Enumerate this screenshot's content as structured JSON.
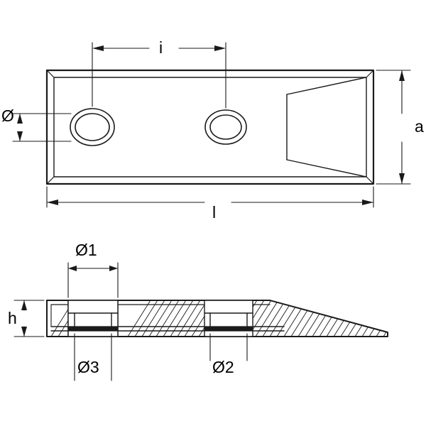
{
  "drawing": {
    "title": "technical-drawing-anode",
    "stroke_color": "#1a1a1a",
    "background": "#ffffff",
    "views": [
      {
        "name": "top-view",
        "description": "Rectangular plate with two circular holes"
      },
      {
        "name": "side-section-view",
        "description": "Hatched sectional side profile with tapered end"
      }
    ]
  },
  "labels": {
    "i": "i",
    "diameter": "Ø",
    "a": "a",
    "l": "l",
    "d1": "Ø1",
    "h": "h",
    "d3": "Ø3",
    "d2": "Ø2"
  }
}
